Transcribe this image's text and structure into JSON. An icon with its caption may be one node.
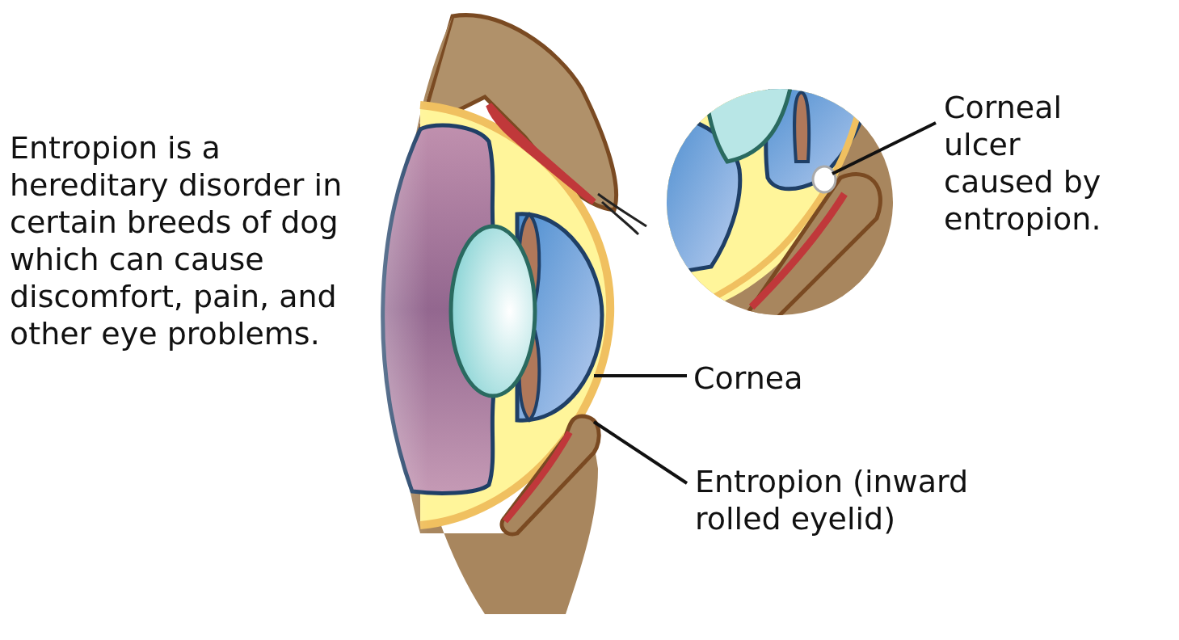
{
  "diagram": {
    "nodes": [
      {
        "text": [
          "Corneal ulcer caused by entropion."
        ]
      },
      {
        "text": [
          "Cornea"
        ]
      },
      {
        "text": [
          "Entropion (inward rolled eyelid)"
        ]
      }
    ],
    "edges": [
      {
        "from": 0,
        "to": null,
        "arrow": "none"
      },
      {
        "from": 1,
        "to": null,
        "arrow": "none"
      },
      {
        "from": 2,
        "to": null,
        "arrow": "none"
      }
    ],
    "labels": [
      "Entropion is a hereditary disorder in certain breeds of dog which can cause discomfort, pain, and other eye problems."
    ]
  }
}
